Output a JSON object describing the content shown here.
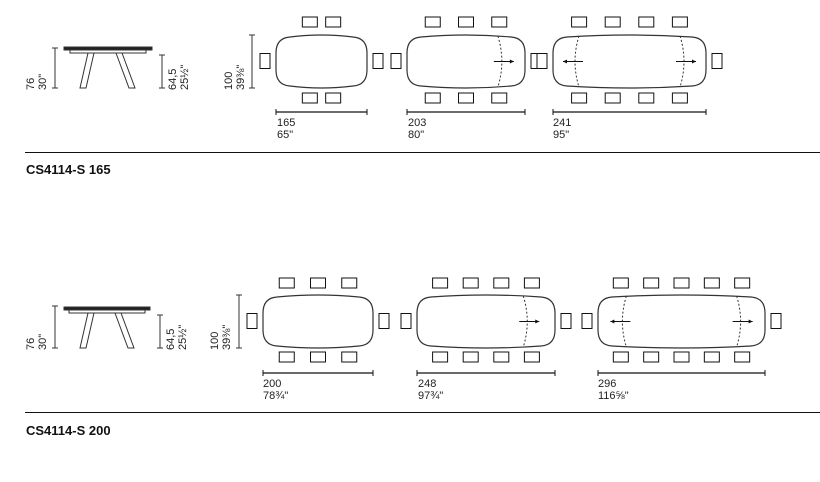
{
  "sections": [
    {
      "model": "CS4114-S 165",
      "elevation": {
        "height_cm": "76",
        "height_in": "30\"",
        "leg_clearance_cm": "64,5",
        "leg_clearance_in": "25½\"",
        "width_cm": "100",
        "width_in": "39⅜\""
      },
      "configs": [
        {
          "length_cm": "165",
          "length_in": "65\"",
          "seats_per_side": 2,
          "extensions": 0
        },
        {
          "length_cm": "203",
          "length_in": "80\"",
          "seats_per_side": 3,
          "extensions": 1
        },
        {
          "length_cm": "241",
          "length_in": "95\"",
          "seats_per_side": 4,
          "extensions": 2
        }
      ]
    },
    {
      "model": "CS4114-S 200",
      "elevation": {
        "height_cm": "76",
        "height_in": "30\"",
        "leg_clearance_cm": "64,5",
        "leg_clearance_in": "25½\"",
        "width_cm": "100",
        "width_in": "39⅜\""
      },
      "configs": [
        {
          "length_cm": "200",
          "length_in": "78¾\"",
          "seats_per_side": 3,
          "extensions": 0
        },
        {
          "length_cm": "248",
          "length_in": "97¾\"",
          "seats_per_side": 4,
          "extensions": 1
        },
        {
          "length_cm": "296",
          "length_in": "116⅝\"",
          "seats_per_side": 5,
          "extensions": 2
        }
      ]
    }
  ],
  "colors": {
    "line": "#333333",
    "ink": "#111111"
  }
}
